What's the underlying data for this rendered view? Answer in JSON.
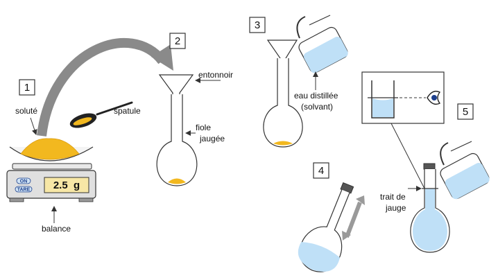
{
  "steps": [
    "1",
    "2",
    "3",
    "4",
    "5"
  ],
  "labels": {
    "solute": "soluté",
    "spatula": "spatule",
    "funnel": "entonnoir",
    "flask_line1": "fiole",
    "flask_line2": "jaugée",
    "water_line1": "eau distillée",
    "water_line2": "(solvant)",
    "mark_line1": "trait de",
    "mark_line2": "jauge",
    "balance": "balance"
  },
  "balance": {
    "on_button": "ON",
    "tare_button": "TARE",
    "display": "2.5  g"
  },
  "colors": {
    "solute": "#f2b81f",
    "water": "#bfe0f7",
    "outline": "#333333",
    "arrow": "#8a8a8a"
  }
}
